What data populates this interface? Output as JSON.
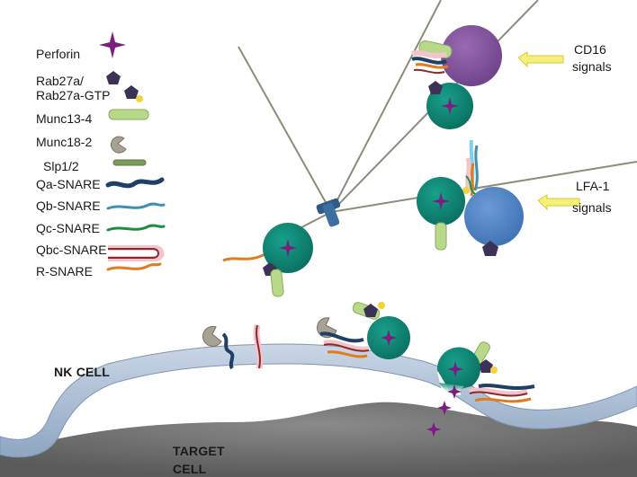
{
  "legend": {
    "perforin": "Perforin",
    "rab27a_line1": "Rab27a/",
    "rab27a_line2": "Rab27a-GTP",
    "munc13": "Munc13-4",
    "munc18": "Munc18-2",
    "slp": "Slp1/2",
    "qa": "Qa-SNARE",
    "qb": "Qb-SNARE",
    "qc": "Qc-SNARE",
    "qbc": "Qbc-SNARE",
    "r": "R-SNARE"
  },
  "signals": {
    "cd16_line1": "CD16",
    "cd16_line2": "signals",
    "lfa1_line1": "LFA-1",
    "lfa1_line2": "signals"
  },
  "cells": {
    "nk": "NK CELL",
    "target_line1": "TARGET",
    "target_line2": "CELL"
  },
  "colors": {
    "perforin": "#7b1f7e",
    "granule": "#0f8a78",
    "rab27a": "#3b3256",
    "gtp": "#f2d33c",
    "munc13": "#b9d98a",
    "munc18": "#a7a293",
    "slp": "#7f9a5a",
    "qa": "#1f3f66",
    "qb": "#3f8fb3",
    "qc": "#1f8f3e",
    "qbc_outer": "#f2c4cc",
    "qbc_inner": "#8a2b2b",
    "r": "#e07b1e",
    "cd16_receptor": "#8a5aa3",
    "lfa1_receptor": "#4f86c6",
    "membrane": "#9fb3cc",
    "target": "#6e6e6e",
    "arrow": "#f5f07a"
  }
}
